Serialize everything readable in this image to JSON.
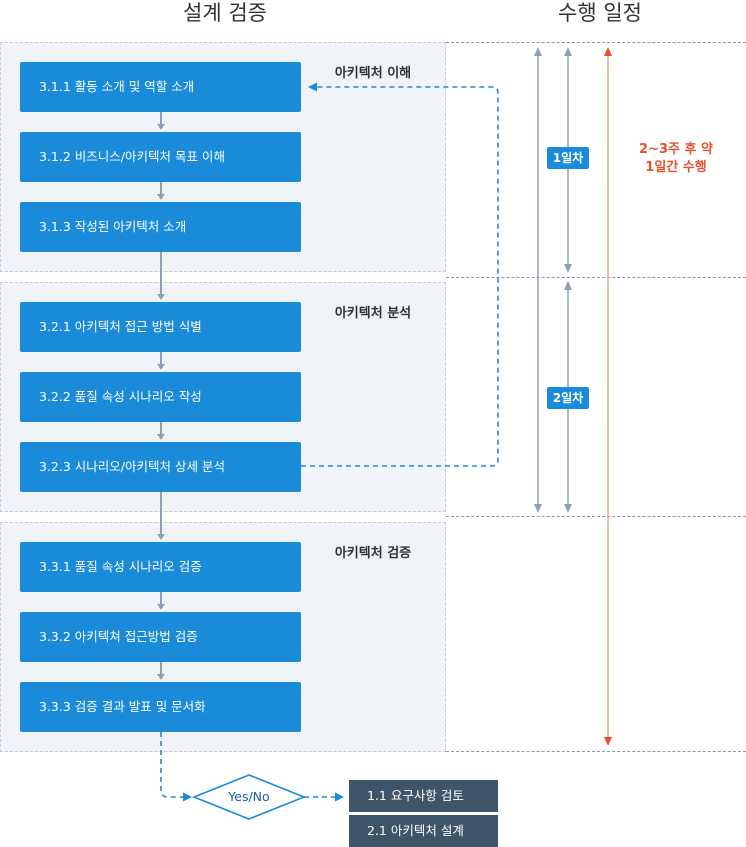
{
  "headers": {
    "design_review": "설계 검증",
    "schedule": "수행 일정"
  },
  "phases": [
    {
      "label": "아키텍처 이해",
      "steps": [
        "3.1.1 활동 소개 및 역할 소개",
        "3.1.2 비즈니스/아키텍처 목표 이해",
        "3.1.3 작성된 아키텍처 소개"
      ]
    },
    {
      "label": "아키텍처 분석",
      "steps": [
        "3.2.1 아키텍처 접근 방법 식별",
        "3.2.2 품질 속성 시나리오 작성",
        "3.2.3 시나리오/아키텍처 상세 분석"
      ]
    },
    {
      "label": "아키텍처 검증",
      "steps": [
        "3.3.1 품질 속성 시나리오 검증",
        "3.3.2 아키텍쳐 접근방법 검증",
        "3.3.3 검증 결과 발표 및 문서화"
      ]
    }
  ],
  "schedule": {
    "day1": "1일차",
    "day2": "2일차",
    "total_line1": "2~3주 후 약",
    "total_line2": "1일간 수행"
  },
  "decision": {
    "label": "Yes/No"
  },
  "next_steps": [
    "1.1 요구사항 검토",
    "2.1 아키텍처 설계"
  ],
  "colors": {
    "step_box": "#1a8bd8",
    "panel_bg": "#f0f4f8",
    "result_box": "#3d5469",
    "total_arrow": "#e8502c",
    "connector": "#8da0b3",
    "feedback": "#1a8bd8"
  }
}
